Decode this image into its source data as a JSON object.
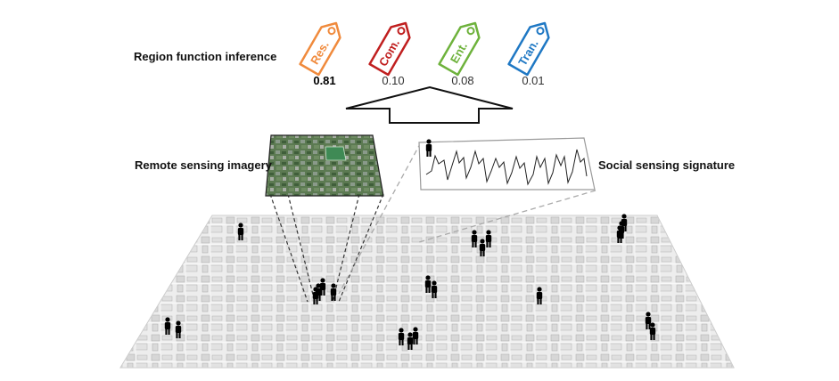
{
  "labels": {
    "region_function": "Region function inference",
    "remote_sensing": "Remote sensing imagery",
    "social_sensing": "Social sensing signature"
  },
  "tags": [
    {
      "text": "Res.",
      "score": "0.81",
      "color": "#f08a3c"
    },
    {
      "text": "Com.",
      "score": "0.10",
      "color": "#c01f1f"
    },
    {
      "text": "Ent.",
      "score": "0.08",
      "color": "#6eb23c"
    },
    {
      "text": "Tran.",
      "score": "0.01",
      "color": "#1f78c4"
    }
  ],
  "icons": {
    "person": "person-icon",
    "tag": "tag-icon",
    "arrow": "up-arrow-icon"
  }
}
